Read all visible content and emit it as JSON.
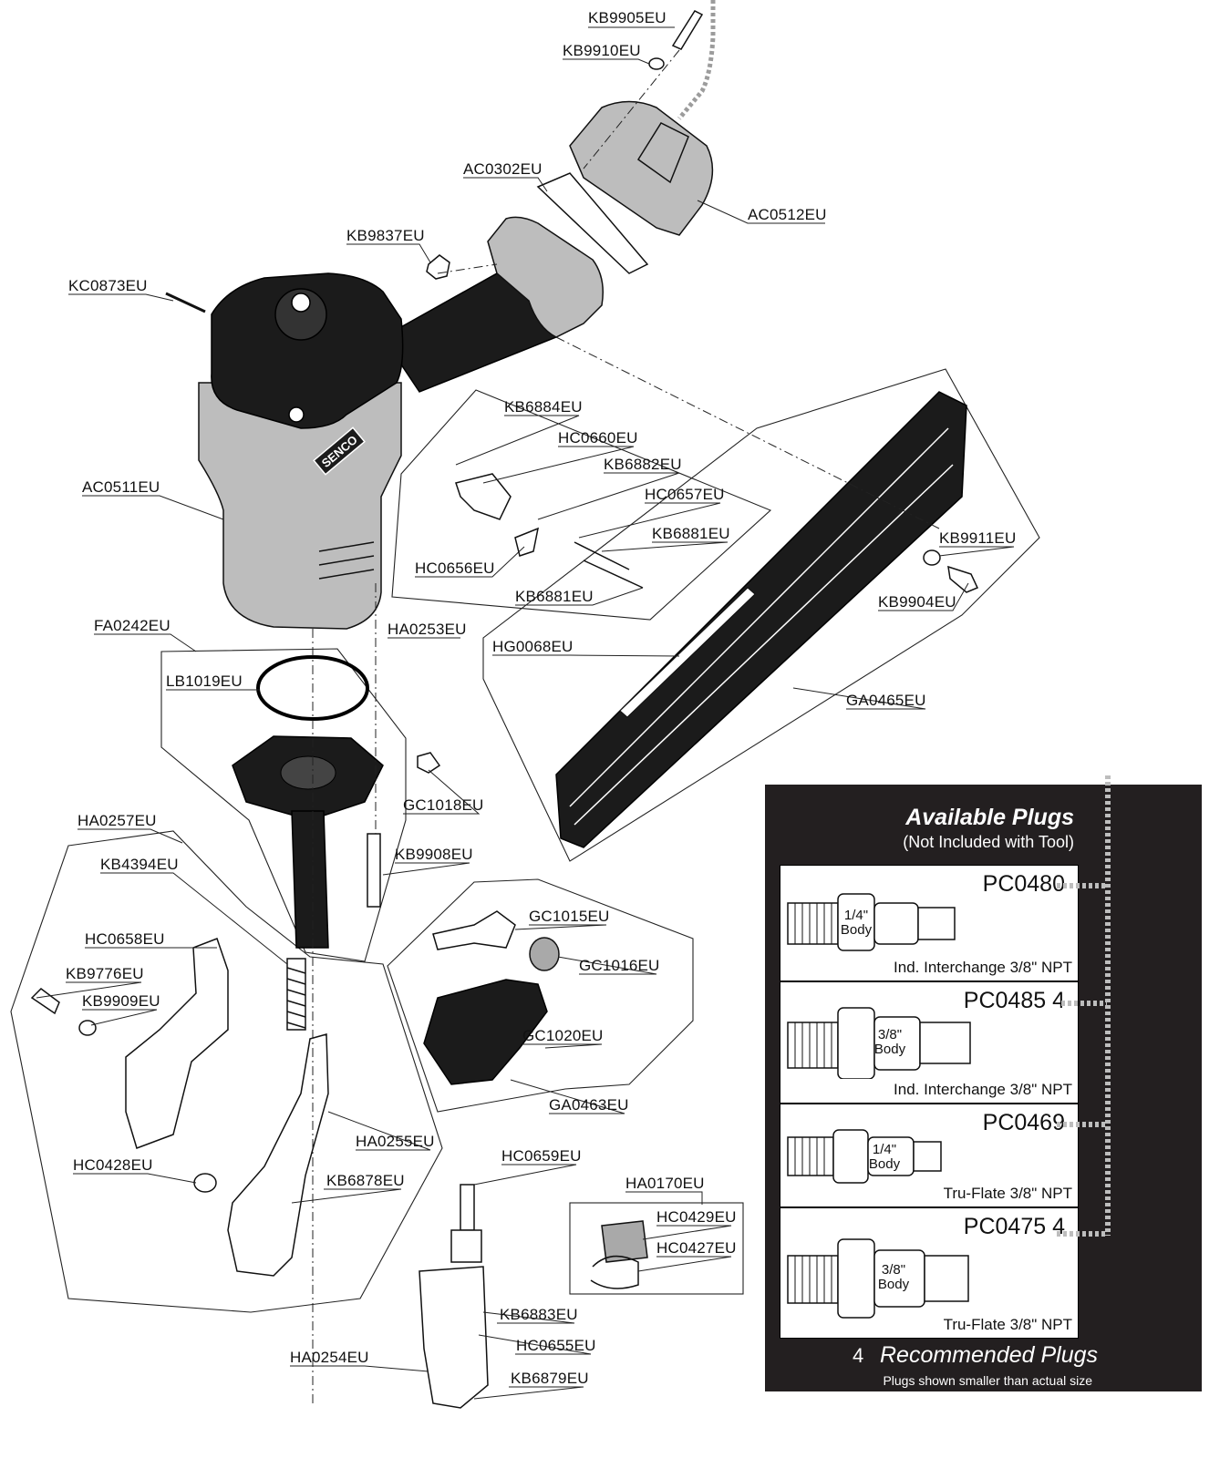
{
  "brand_logo": "SENCO",
  "part_labels": {
    "kb9905": "KB9905EU",
    "kb9910": "KB9910EU",
    "ac0302": "AC0302EU",
    "ac0512": "AC0512EU",
    "kb9837": "KB9837EU",
    "kc0873": "KC0873EU",
    "kb6884": "KB6884EU",
    "hc0660": "HC0660EU",
    "kb6882": "KB6882EU",
    "hc0657": "HC0657EU",
    "kb6881a": "KB6881EU",
    "hc0656": "HC0656EU",
    "kb6881b": "KB6881EU",
    "ac0511": "AC0511EU",
    "kb9911": "KB9911EU",
    "kb9904": "KB9904EU",
    "fa0242": "FA0242EU",
    "ha0253": "HA0253EU",
    "hg0068": "HG0068EU",
    "lb1019": "LB1019EU",
    "ga0465": "GA0465EU",
    "gc1018": "GC1018EU",
    "ha0257": "HA0257EU",
    "kb9908": "KB9908EU",
    "kb4394": "KB4394EU",
    "gc1015": "GC1015EU",
    "hc0658": "HC0658EU",
    "gc1016": "GC1016EU",
    "kb9776": "KB9776EU",
    "kb9909": "KB9909EU",
    "gc1020": "GC1020EU",
    "ga0463": "GA0463EU",
    "ha0255": "HA0255EU",
    "hc0659": "HC0659EU",
    "hc0428": "HC0428EU",
    "kb6878": "KB6878EU",
    "ha0170": "HA0170EU",
    "hc0429": "HC0429EU",
    "hc0427": "HC0427EU",
    "kb6883": "KB6883EU",
    "hc0655": "HC0655EU",
    "ha0254": "HA0254EU",
    "kb6879": "KB6879EU"
  },
  "plugs": {
    "title": "Available Plugs",
    "subtitle": "(Not Included with Tool)",
    "items": [
      {
        "code": "PC0480",
        "body": [
          "1/4\"",
          "Body"
        ],
        "desc": "Ind. Interchange 3/8\" NPT"
      },
      {
        "code": "PC0485 4",
        "body": [
          "3/8\"",
          "Body"
        ],
        "desc": "Ind. Interchange 3/8\" NPT"
      },
      {
        "code": "PC0469",
        "body": [
          "1/4\"",
          "Body"
        ],
        "desc": "Tru-Flate 3/8\" NPT"
      },
      {
        "code": "PC0475 4",
        "body": [
          "3/8\"",
          "Body"
        ],
        "desc": "Tru-Flate 3/8\" NPT"
      }
    ],
    "footnote_number": "4",
    "footnote": "Recommended Plugs",
    "note": "Plugs shown smaller than actual size"
  }
}
